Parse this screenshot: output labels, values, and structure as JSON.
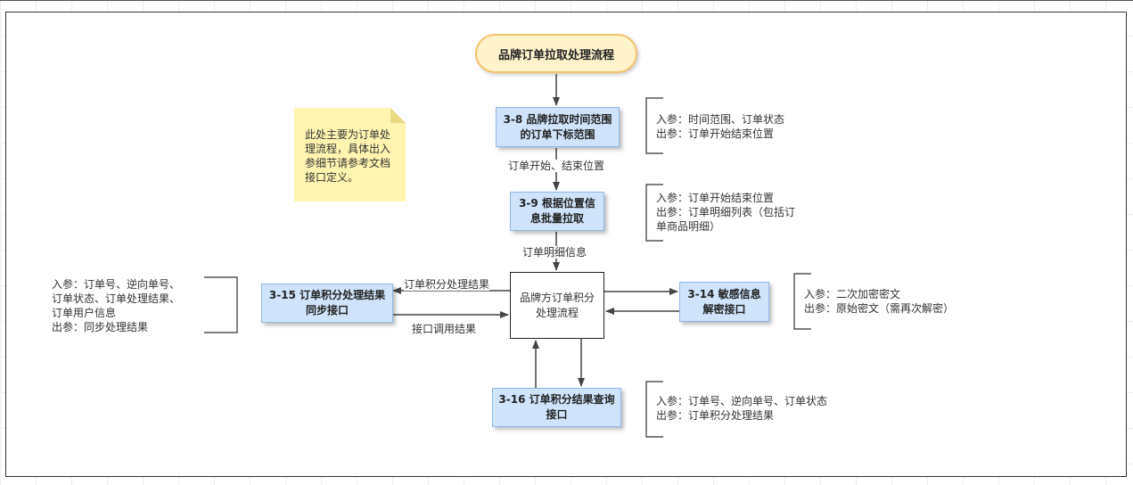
{
  "diagram": {
    "title": "品牌订单拉取处理流程",
    "nodes": {
      "n38": "3-8 品牌拉取时间范围的订单下标范围",
      "n39": "3-9 根据位置信息批量拉取",
      "center": "品牌方订单积分处理流程",
      "n314": "3-14 敏感信息解密接口",
      "n315": "3-15 订单积分处理结果同步接口",
      "n316": "3-16 订单积分结果查询接口"
    },
    "note": "此处主要为订单处理流程，具体出入参细节请参考文档接口定义。",
    "edge_labels": {
      "e1": "订单开始、结束位置",
      "e2": "订单明细信息",
      "e3": "订单积分处理结果",
      "e4": "接口调用结果"
    },
    "annotations": {
      "a38": "入参：时间范围、订单状态\n出参：订单开始结束位置",
      "a39": "入参：订单开始结束位置\n出参：订单明细列表（包括订\n单商品明细）",
      "a314": "入参：二次加密密文\n出参：原始密文（需再次解密）",
      "a315": "入参：订单号、逆向单号、\n订单状态、订单处理结果、\n订单用户信息\n出参：同步处理结果",
      "a316": "入参：订单号、逆向单号、订单状态\n出参：订单积分处理结果"
    }
  },
  "colors": {
    "process_fill": "#cfe4fb",
    "process_border": "#8fb8e6",
    "title_fill": "#fff3cc",
    "title_border": "#f5c26b",
    "note_fill": "#fff5b1"
  }
}
